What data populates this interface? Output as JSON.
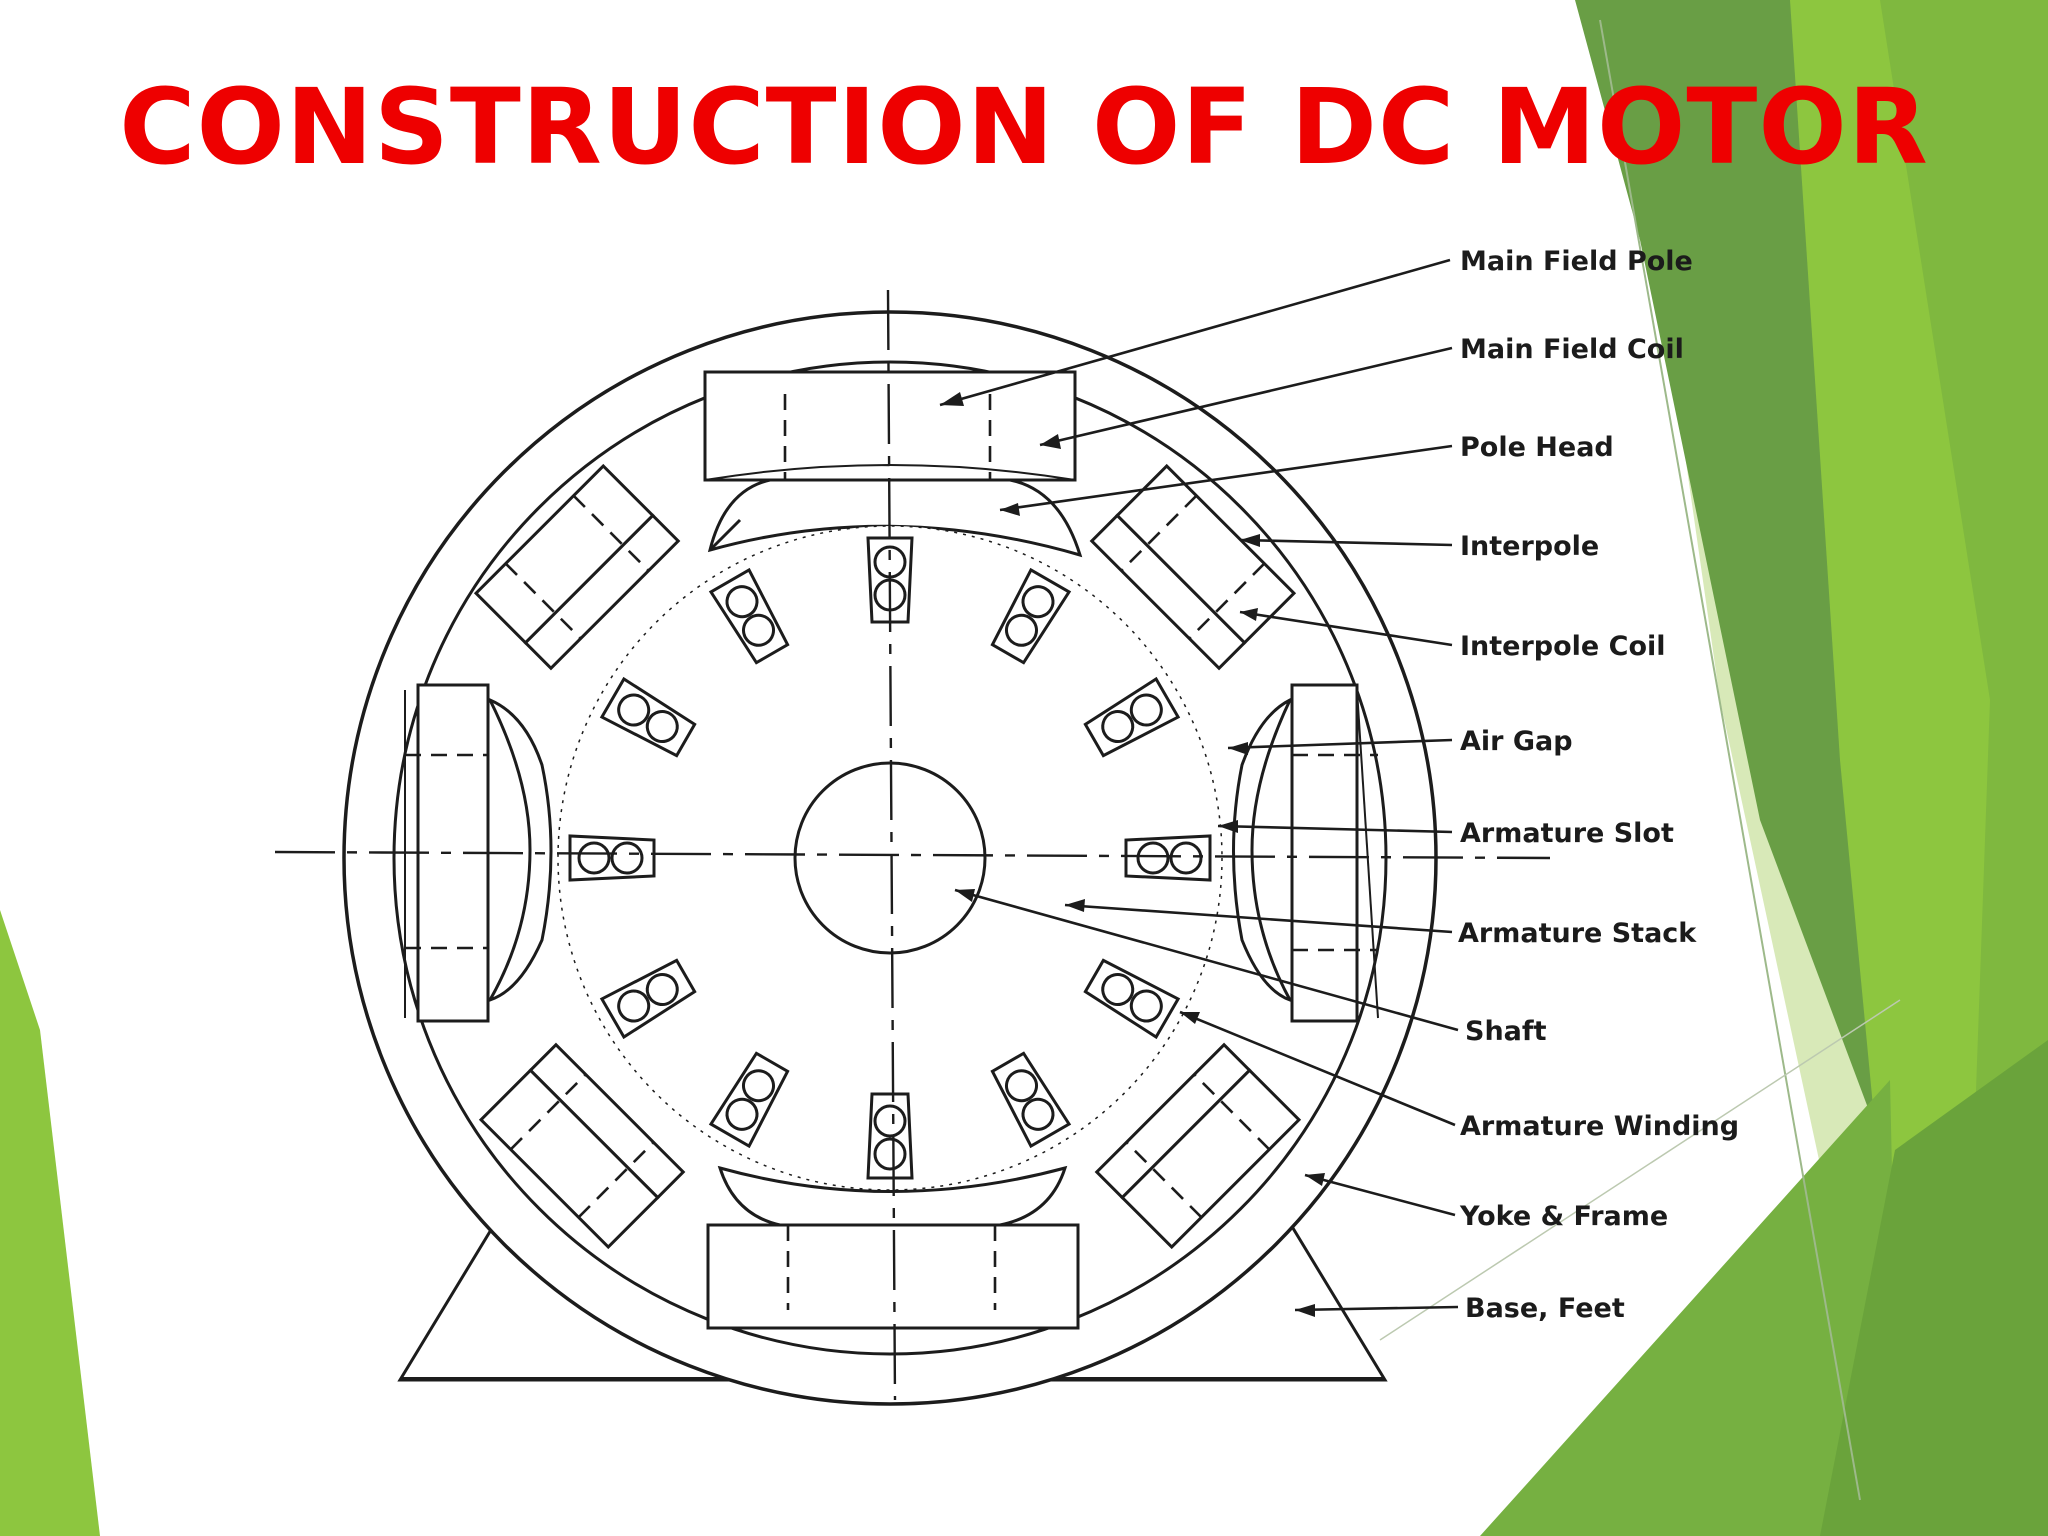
{
  "title": "CONSTRUCTION OF DC MOTOR",
  "colors": {
    "title": "#ee0000",
    "green_light": "#8dc63f",
    "green_mid": "#79b043",
    "green_dark": "#5f9a3b",
    "green_pale": "#cfe3a8"
  },
  "labels": [
    "Main Field Pole",
    "Main Field Coil",
    "Pole Head",
    "Interpole",
    "Interpole Coil",
    "Air Gap",
    "Armature Slot",
    "Armature Stack",
    "Shaft",
    "Armature Winding",
    "Yoke & Frame",
    "Base, Feet"
  ]
}
